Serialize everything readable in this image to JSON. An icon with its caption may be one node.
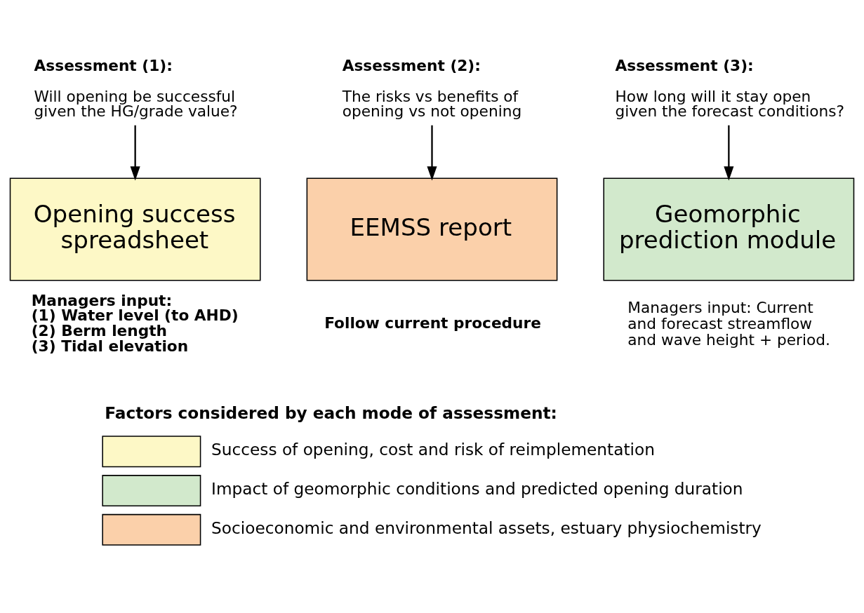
{
  "diagram": {
    "nodes": [
      {
        "text": [
          "Assessment (1):",
          "Will opening be successful given the HG/grade value?"
        ]
      },
      {
        "text": [
          "Assessment (2):",
          "The risks vs benefits of opening vs not opening"
        ]
      },
      {
        "text": [
          "Assessment (3):",
          "How long will it stay open given the forecast conditions?"
        ]
      },
      {
        "text": [
          "Opening success spreadsheet"
        ],
        "beside": [
          "Managers input:",
          "(1) Water level (to AHD)",
          "(2) Berm length",
          "(3) Tidal elevation"
        ]
      },
      {
        "text": [
          "EEMSS report"
        ],
        "beside": [
          "Follow current procedure"
        ]
      },
      {
        "text": [
          "Geomorphic prediction module"
        ],
        "beside": [
          "Managers input: Current and forecast streamflow and wave height + period."
        ]
      }
    ],
    "edges": [
      {
        "from": 0,
        "to": 3,
        "arrow": "to"
      },
      {
        "from": 1,
        "to": 4,
        "arrow": "to"
      },
      {
        "from": 2,
        "to": 5,
        "arrow": "to"
      }
    ],
    "labels": [
      "Factors considered by each mode of assessment:"
    ],
    "legend": [
      {
        "text": "Success of opening, cost and risk of reimplementation",
        "color": "#fdf8c6"
      },
      {
        "text": "Impact of geomorphic conditions and predicted opening duration",
        "color": "#d2e9cc"
      },
      {
        "text": "Socioeconomic and environmental assets, estuary physiochemistry",
        "color": "#fbd0aa"
      }
    ]
  }
}
